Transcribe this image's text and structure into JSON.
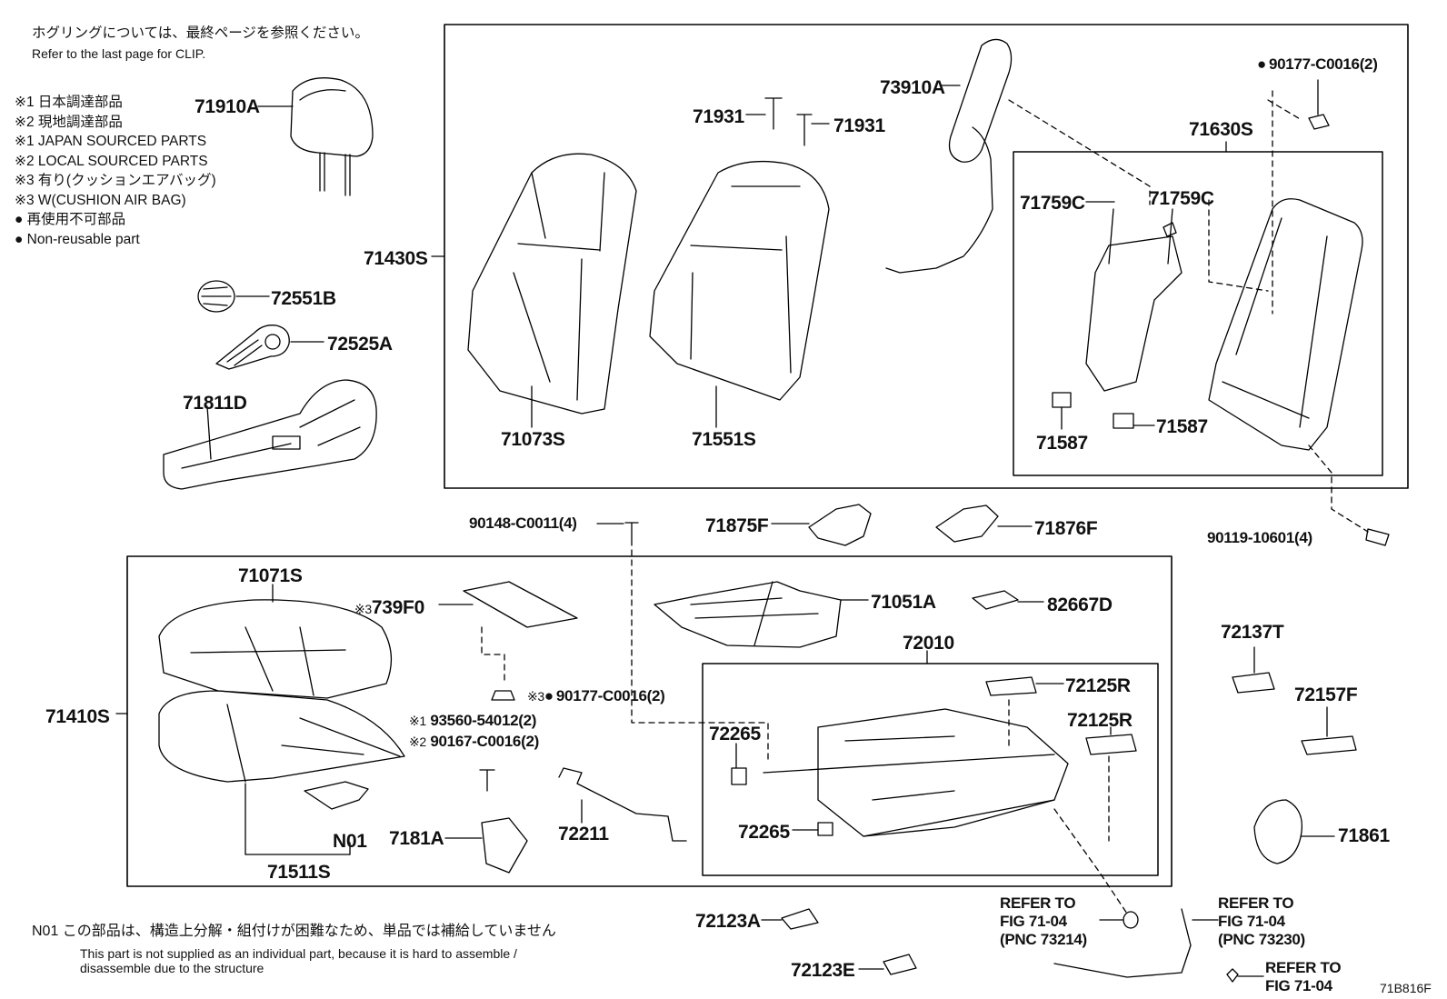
{
  "notes": {
    "clip_jp": "ホグリングについては、最終ページを参照ください。",
    "clip_en": "Refer to the last page for CLIP.",
    "legend": [
      "※1 日本調達部品",
      "※2 現地調達部品",
      "※1 JAPAN SOURCED PARTS",
      "※2 LOCAL SOURCED PARTS",
      "※3 有り(クッションエアバッグ)",
      "※3 W(CUSHION AIR BAG)",
      "● 再使用不可部品",
      "● Non-reusable part"
    ],
    "n01_jp": "N01 この部品は、構造上分解・組付けが困難なため、単品では補給していません",
    "n01_en_1": "This part is not supplied as an individual part, because it is hard to assemble /",
    "n01_en_2": "disassemble due to the structure",
    "figure_id": "71B816F"
  },
  "parts": {
    "p71910A": "71910A",
    "p72551B": "72551B",
    "p72525A": "72525A",
    "p71811D": "71811D",
    "p71430S": "71430S",
    "p71073S": "71073S",
    "p71551S": "71551S",
    "p71931a": "71931",
    "p71931b": "71931",
    "p73910A": "73910A",
    "p90177top": "90177-C0016(2)",
    "p71630S": "71630S",
    "p71759Ca": "71759C",
    "p71759Cb": "71759C",
    "p71587a": "71587",
    "p71587b": "71587",
    "p90148": "90148-C0011(4)",
    "p71875F": "71875F",
    "p71876F": "71876F",
    "p90119": "90119-10601(4)",
    "p71071S": "71071S",
    "p739F0": "739F0",
    "p739F0mark": "※3",
    "p71051A": "71051A",
    "p82667D": "82667D",
    "p72137T": "72137T",
    "p72010": "72010",
    "p90177mid": "90177-C0016(2)",
    "p90177midmark": "※3",
    "p72125Ra": "72125R",
    "p72125Rb": "72125R",
    "p72157F": "72157F",
    "p71410S": "71410S",
    "p93560": "93560-54012(2)",
    "p93560mark": "※1",
    "p90167": "90167-C0016(2)",
    "p90167mark": "※2",
    "p72265a": "72265",
    "p72265b": "72265",
    "pN01": "N01",
    "p7181A": "7181A",
    "p72211": "72211",
    "p71511S": "71511S",
    "p71861": "71861",
    "p72123A": "72123A",
    "p72123E": "72123E"
  },
  "refs": {
    "ref1_a": "REFER TO",
    "ref1_b": "FIG 71-04",
    "ref1_c": "(PNC 73214)",
    "ref2_a": "REFER TO",
    "ref2_b": "FIG 71-04",
    "ref2_c": "(PNC 73230)",
    "ref3_a": "REFER TO",
    "ref3_b": "FIG 71-04"
  }
}
